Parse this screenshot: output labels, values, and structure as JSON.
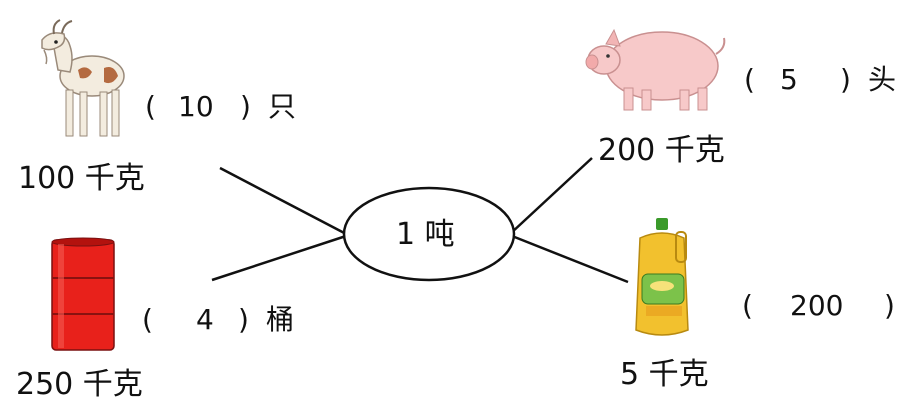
{
  "center": {
    "label": "1 吨"
  },
  "items": [
    {
      "id": "goat",
      "weight": "100 千克",
      "open": "(",
      "answer": "10",
      "close": ")",
      "unit": "只",
      "icon": "goat-icon"
    },
    {
      "id": "barrel",
      "weight": "250 千克",
      "open": "(",
      "answer": "4",
      "close": ")",
      "unit": "桶",
      "icon": "barrel-icon"
    },
    {
      "id": "pig",
      "weight": "200 千克",
      "open": "(",
      "answer": "5",
      "close": ")",
      "unit": "头",
      "icon": "pig-icon"
    },
    {
      "id": "oil",
      "weight": "5 千克",
      "open": "(",
      "answer": "200",
      "close": ")",
      "unit": "",
      "icon": "oil-bottle-icon"
    }
  ],
  "colors": {
    "barrel": "#e8211b",
    "pig": "#f7c9c9",
    "oil": "#f2c12e",
    "goat": "#f3ecdf"
  }
}
